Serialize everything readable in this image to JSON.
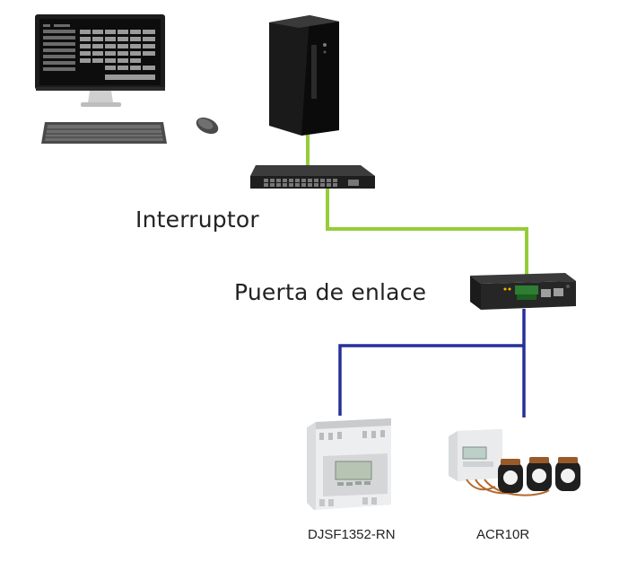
{
  "labels": {
    "switch": "Interruptor",
    "gateway": "Puerta de enlace",
    "meter1": "DJSF1352-RN",
    "meter2": "ACR10R"
  },
  "colors": {
    "ethernet_line": "#95cc3a",
    "rs485_line": "#26309a"
  },
  "devices": [
    {
      "icon": "computer-monitor-icon"
    },
    {
      "icon": "keyboard-icon"
    },
    {
      "icon": "mouse-icon"
    },
    {
      "icon": "server-tower-icon"
    },
    {
      "icon": "network-switch-icon"
    },
    {
      "icon": "gateway-icon"
    },
    {
      "icon": "din-rail-meter-icon"
    },
    {
      "icon": "current-transformer-meter-icon"
    }
  ]
}
